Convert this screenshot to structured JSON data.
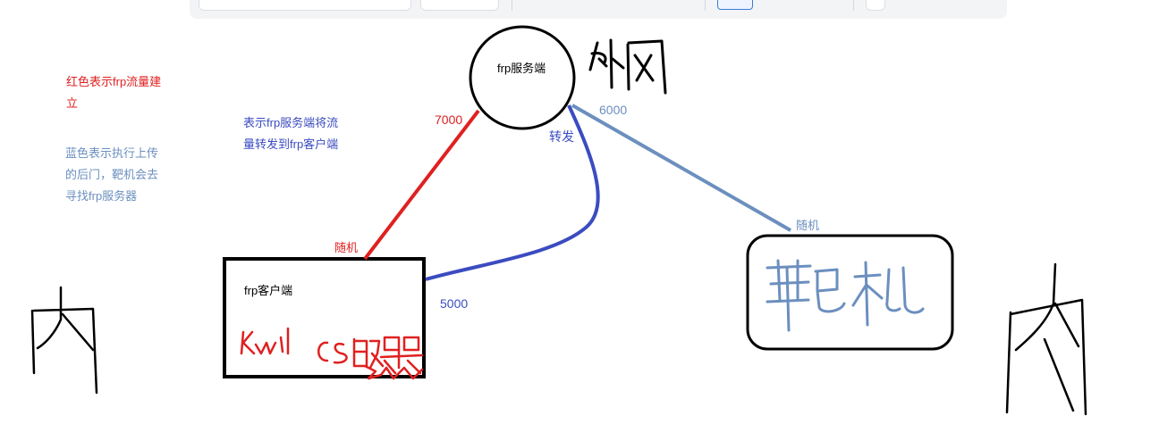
{
  "nodes": {
    "server": "frp服务端",
    "client": "frp客户端"
  },
  "ports": {
    "red_top": "7000",
    "red_bottom": "随机",
    "blue_forward": "转发",
    "blue_bottom": "5000",
    "grey_top": "6000",
    "grey_bottom": "随机"
  },
  "notes": {
    "red_legend_line1": "红色表示frp流量建",
    "red_legend_line2": "立",
    "blue_legend_line1": "蓝色表示执行上传",
    "blue_legend_line2": "的后门，靶机会去",
    "blue_legend_line3": "寻找frp服务器",
    "forward_line1": "表示frp服务端将流",
    "forward_line2": "量转发到frp客户端"
  },
  "handwriting": {
    "outer_net": "外网",
    "target": "靶机",
    "inner_left": "内",
    "inner_right": "内",
    "kali": "Kali",
    "cs_server": "CS服务器"
  },
  "colors": {
    "red": "#e02020",
    "blue": "#3b4cc0",
    "grey_blue": "#6b8fbf",
    "black": "#000000"
  }
}
